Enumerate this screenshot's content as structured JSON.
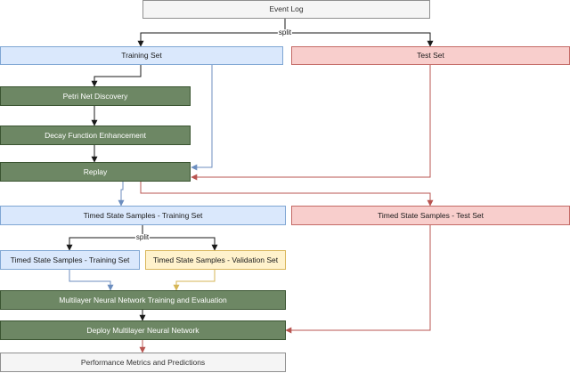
{
  "nodes": {
    "event_log": "Event Log",
    "training_set": "Training Set",
    "test_set": "Test Set",
    "petri_net_discovery": "Petri Net Discovery",
    "decay_function": "Decay Function Enhancement",
    "replay": "Replay",
    "tss_training_set": "Timed State Samples - Training Set",
    "tss_test_set": "Timed State Samples - Test Set",
    "tss_training_sub": "Timed State Samples - Training Set",
    "tss_validation": "Timed State Samples - Validation Set",
    "mlnn_training": "Multilayer Neural Network Training and Evaluation",
    "deploy_mlnn": "Deploy Multilayer Neural Network",
    "performance": "Performance Metrics and Predictions"
  },
  "edge_labels": {
    "split_top": "split",
    "split_mid": "split"
  },
  "colors": {
    "black_edge": "#1a1a1a",
    "blue_edge": "#6c8ebf",
    "red_edge": "#b85450",
    "yellow_edge": "#d6b656"
  }
}
